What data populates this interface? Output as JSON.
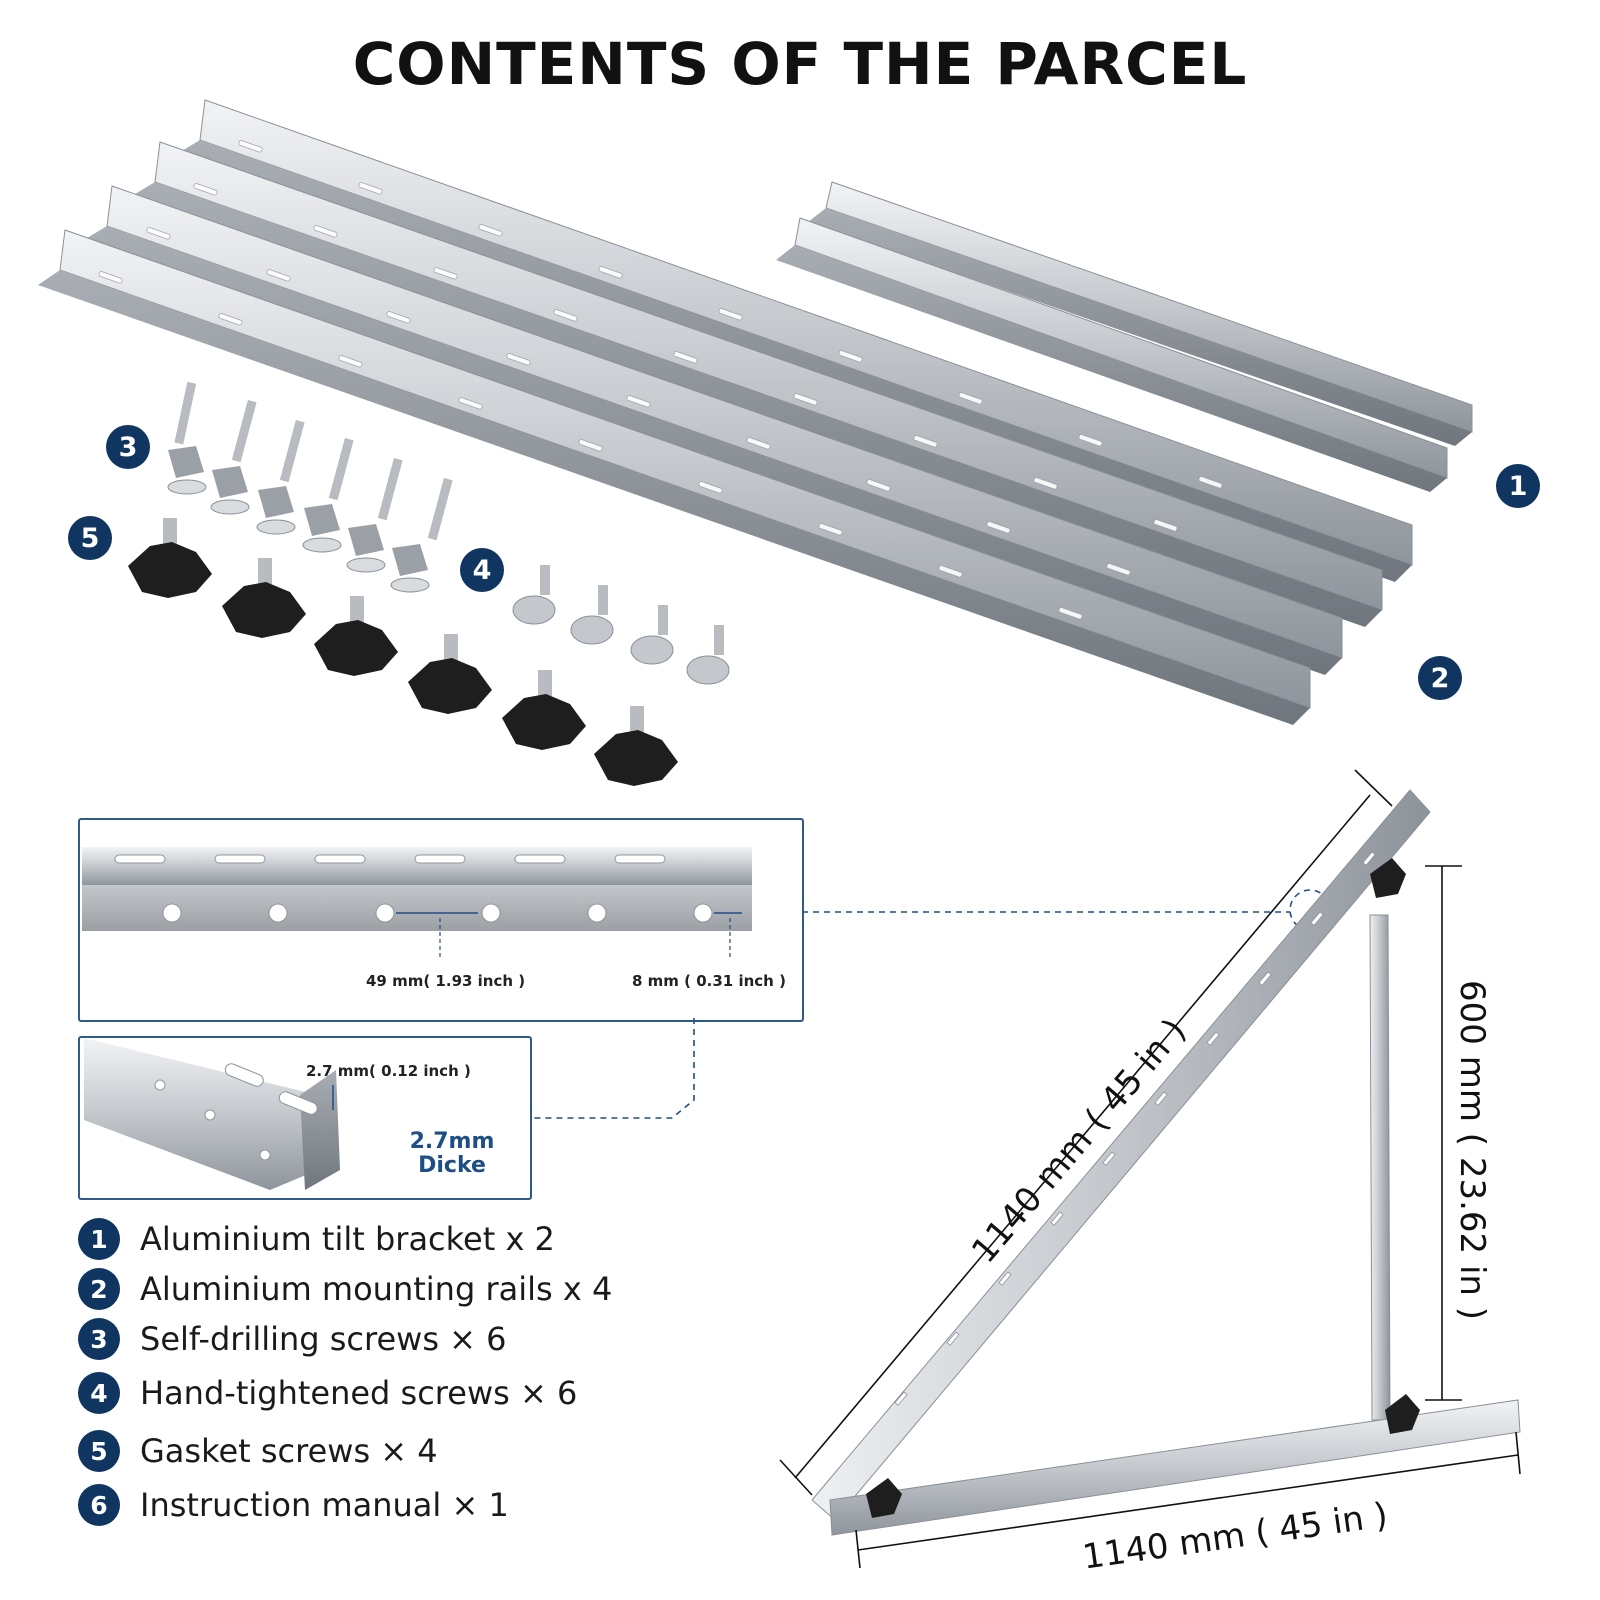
{
  "title": "CONTENTS OF THE PARCEL",
  "badges": [
    "1",
    "2",
    "3",
    "4",
    "5"
  ],
  "detail_top": {
    "spacing_label": "49 mm( 1.93 inch )",
    "width_label": "8 mm ( 0.31 inch )"
  },
  "detail_bottom": {
    "thickness_label": "2.7 mm( 0.12 inch )",
    "thickness_title_line1": "2.7mm",
    "thickness_title_line2": "Dicke"
  },
  "parts": [
    {
      "num": "1",
      "text": "Aluminium tilt bracket x 2"
    },
    {
      "num": "2",
      "text": "Aluminium mounting rails x 4"
    },
    {
      "num": "3",
      "text": "Self-drilling screws × 6"
    },
    {
      "num": "4",
      "text": "Hand-tightened screws × 6"
    },
    {
      "num": "5",
      "text": "Gasket screws × 4"
    },
    {
      "num": "6",
      "text": "Instruction manual × 1"
    }
  ],
  "dimensions": {
    "diagonal": "1140 mm ( 45 in )",
    "base": "1140 mm ( 45 in )",
    "height": "600 mm ( 23.62 in )"
  },
  "colors": {
    "badge": "#0f3560",
    "accent_blue": "#2e5b89",
    "aluminium": "#c9cdd2",
    "knob": "#1c1c1c"
  }
}
